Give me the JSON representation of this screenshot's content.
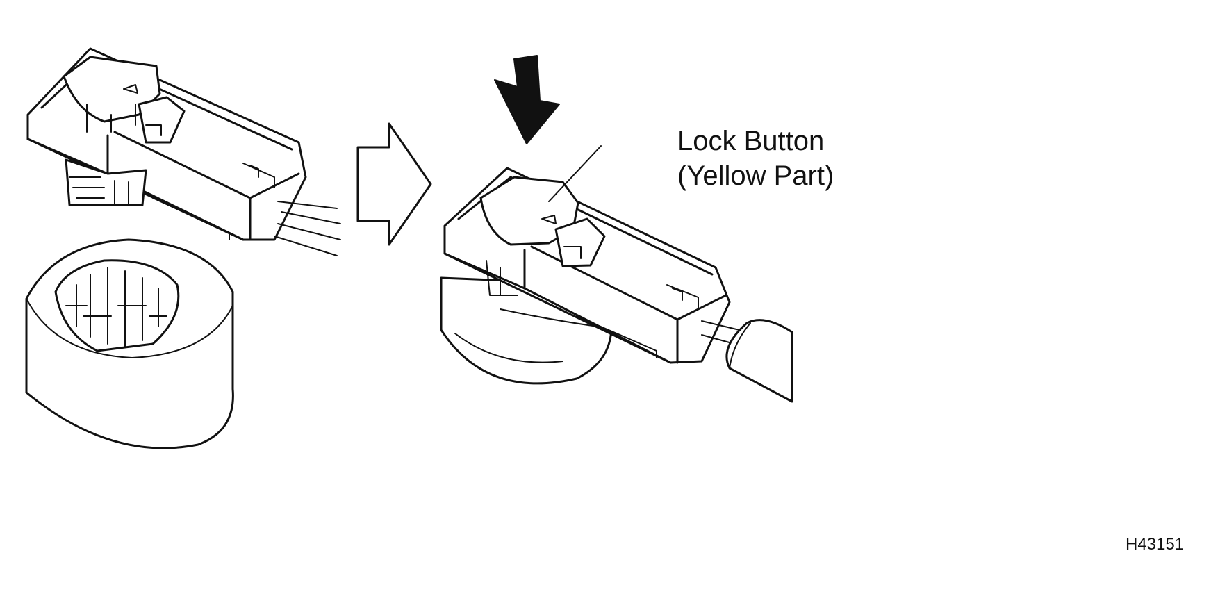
{
  "callout": {
    "line1": "Lock Button",
    "line2": "(Yellow Part)"
  },
  "figure_code": "H43151",
  "colors": {
    "ink": "#111111",
    "background": "#ffffff"
  },
  "icons": {
    "transition": "hollow-right-arrow-icon",
    "press": "solid-down-arrow-icon"
  }
}
